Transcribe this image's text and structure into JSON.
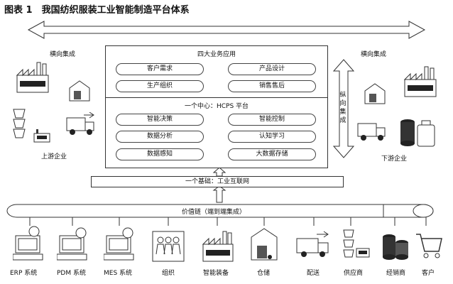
{
  "title": "图表 1　我国纺织服装工业智能制造平台体系",
  "left_integration_label": "横向集成",
  "right_integration_label": "横向集成",
  "vertical_integration_label": "纵向集成",
  "upstream_label": "上游企业",
  "downstream_label": "下游企业",
  "apps": {
    "title": "四大业务应用",
    "items": [
      "客户需求",
      "产品设计",
      "生产组织",
      "销售售后"
    ]
  },
  "center": {
    "title": "一个中心：HCPS 平台",
    "items": [
      "智能决策",
      "智能控制",
      "数据分析",
      "认知学习",
      "数据感知",
      "大数据存储"
    ]
  },
  "foundation": {
    "title": "一个基础：工业互联网"
  },
  "value_chain": {
    "label": "价值链（端到端集成）"
  },
  "bottom_items": [
    "ERP 系统",
    "PDM 系统",
    "MES 系统",
    "组织",
    "智能装备",
    "仓储",
    "配送",
    "供应商",
    "经销商",
    "客户"
  ],
  "colors": {
    "line": "#333333",
    "fill": "#ffffff",
    "dark": "#222222"
  },
  "icons": [
    "factory-icon",
    "warehouse-icon",
    "cups-icon",
    "truck-icon",
    "computer-icon",
    "people-icon",
    "coins-icon",
    "cart-icon"
  ]
}
